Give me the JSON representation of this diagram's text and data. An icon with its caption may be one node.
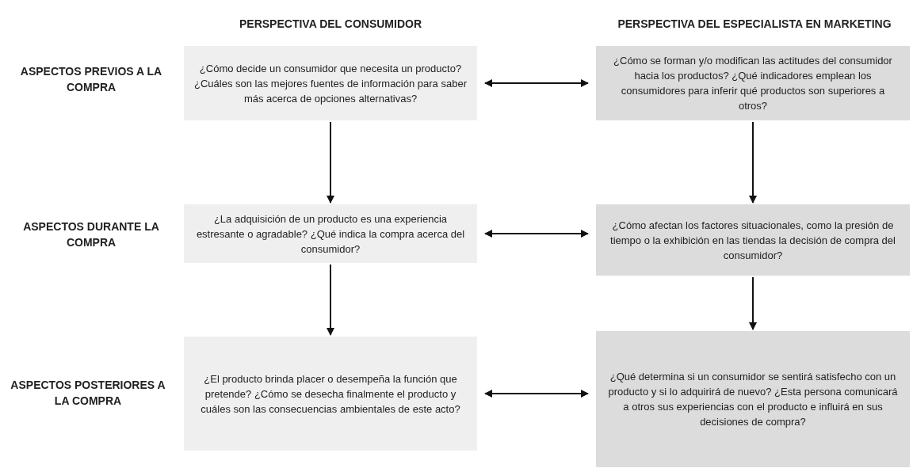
{
  "diagram": {
    "nodes": [
      {
        "text": [
          "¿Cómo decide un consumidor que necesita un producto? ¿Cuáles son las mejores fuentes de información para saber más acerca de opciones alternativas?"
        ]
      },
      {
        "text": [
          "¿Cómo se forman y/o modifican las actitudes del consumidor hacia los productos? ¿Qué indicadores emplean los consumidores para inferir qué productos son superiores a otros?"
        ]
      },
      {
        "text": [
          "¿La adquisición de un producto es una experiencia estresante o agradable? ¿Qué indica la compra acerca del consumidor?"
        ]
      },
      {
        "text": [
          "¿Cómo afectan los factores situacionales, como la presión de tiempo o la exhibición en las tiendas la decisión de compra del consumidor?"
        ]
      },
      {
        "text": [
          "¿El producto brinda placer o desempeña la función que pretende? ¿Cómo se desecha finalmente el producto y cuáles son las consecuencias ambientales de este acto?"
        ]
      },
      {
        "text": [
          "¿Qué determina si un consumidor se sentirá satisfecho con un producto y si lo adquirirá de nuevo? ¿Esta persona comunicará a otros sus experiencias con el producto e influirá en sus decisiones de compra?"
        ]
      }
    ],
    "edges": [
      {
        "from": 0,
        "to": 1,
        "arrow": "both"
      },
      {
        "from": 0,
        "to": 2,
        "arrow": "to"
      },
      {
        "from": 1,
        "to": 3,
        "arrow": "to"
      },
      {
        "from": 2,
        "to": 3,
        "arrow": "both"
      },
      {
        "from": 2,
        "to": 4,
        "arrow": "to"
      },
      {
        "from": 3,
        "to": 5,
        "arrow": "to"
      },
      {
        "from": 4,
        "to": 5,
        "arrow": "both"
      }
    ],
    "labels": [
      "PERSPECTIVA DEL CONSUMIDOR",
      "PERSPECTIVA DEL ESPECIALISTA EN MARKETING",
      "ASPECTOS PREVIOS A LA COMPRA",
      "ASPECTOS DURANTE LA COMPRA",
      "ASPECTOS POSTERIORES A LA COMPRA"
    ]
  }
}
